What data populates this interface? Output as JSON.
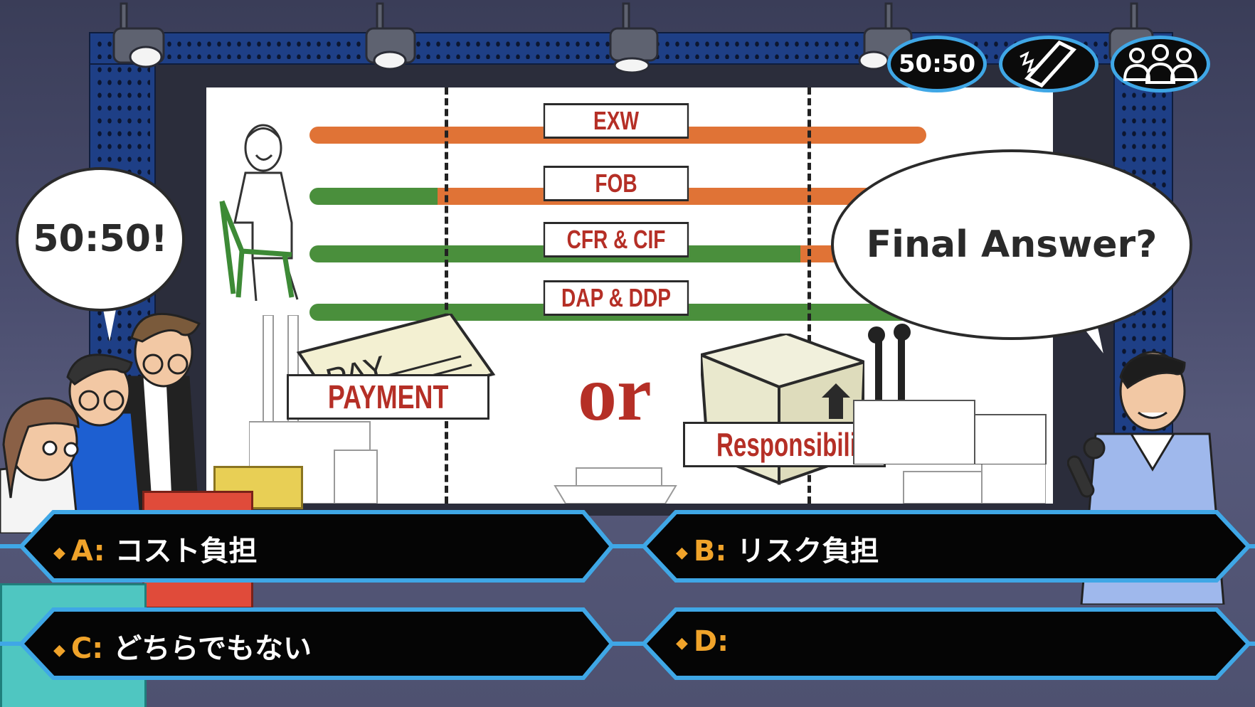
{
  "lifelines": {
    "fifty_fifty": "50:50",
    "phone_icon": "phone-icon",
    "audience_icon": "audience-icon"
  },
  "screen": {
    "terms": [
      "EXW",
      "FOB",
      "CFR & CIF",
      "DAP & DDP"
    ],
    "payment_check_text": "PAY",
    "payment_label": "PAYMENT",
    "or_text": "or",
    "responsibility_label": "Responsibility"
  },
  "bubbles": {
    "contestant": "50:50!",
    "host": "Final Answer?"
  },
  "answers": [
    {
      "letter": "A:",
      "text": "コスト負担"
    },
    {
      "letter": "B:",
      "text": "リスク負担"
    },
    {
      "letter": "C:",
      "text": "どちらでもない"
    },
    {
      "letter": "D:",
      "text": ""
    }
  ],
  "colors": {
    "orange_bar": "#e07336",
    "green_bar": "#4a8f3c",
    "term_red": "#b52f26",
    "answer_border": "#3fa7e6",
    "answer_letter": "#f0a32a"
  }
}
